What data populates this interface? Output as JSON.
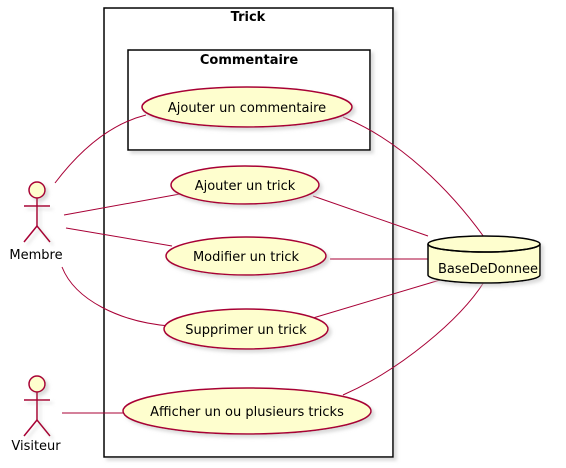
{
  "packages": {
    "outer_title": "Trick",
    "inner_title": "Commentaire"
  },
  "use_cases": {
    "add_comment": "Ajouter un commentaire",
    "add_trick": "Ajouter un trick",
    "edit_trick": "Modifier un trick",
    "delete_trick": "Supprimer un trick",
    "show_tricks": "Afficher un ou plusieurs tricks"
  },
  "actors": {
    "member": "Membre",
    "visitor": "Visiteur"
  },
  "database": {
    "label": "BaseDeDonnee"
  },
  "colors": {
    "usecase_fill": "#FEFECE",
    "border": "#A80036",
    "frame": "#000000",
    "shadow": "#C8C8C8"
  }
}
